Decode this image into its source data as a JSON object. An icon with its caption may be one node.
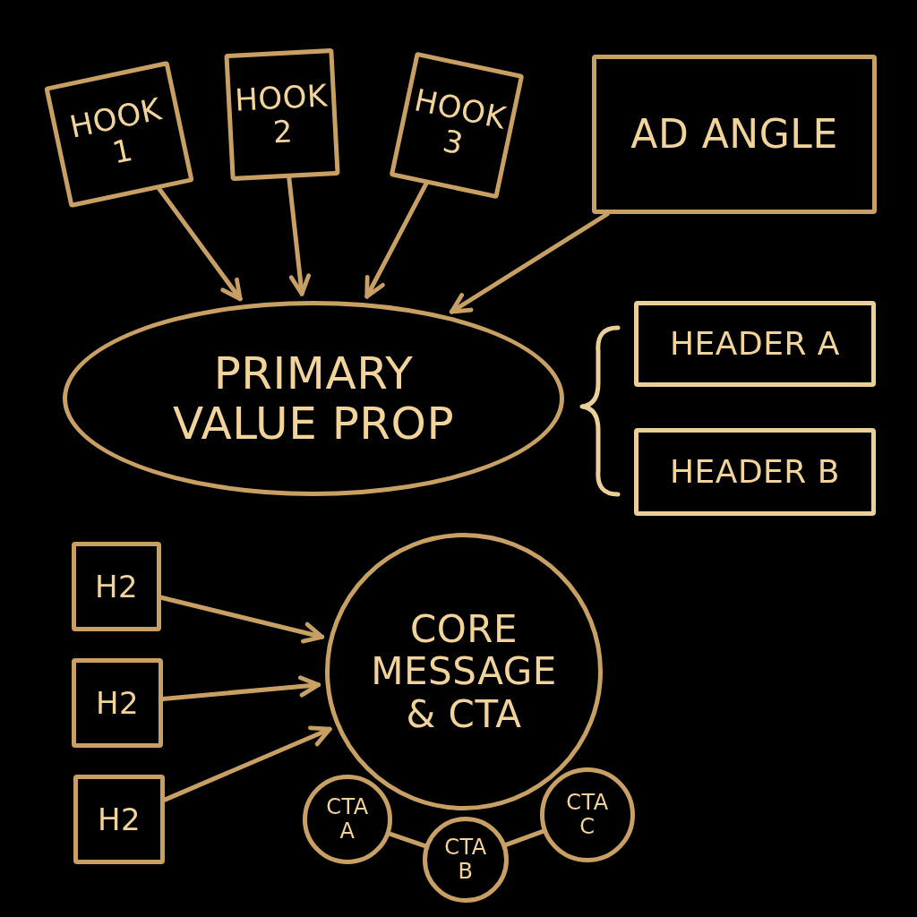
{
  "diagram": {
    "nodes": [
      {
        "text": [
          "HOOK 1"
        ]
      },
      {
        "text": [
          "HOOK 2"
        ]
      },
      {
        "text": [
          "HOOK 3"
        ]
      },
      {
        "text": [
          "AD ANGLE"
        ]
      },
      {
        "text": [
          "PRIMARY VALUE PROP"
        ]
      },
      {
        "text": [
          "HEADER A"
        ]
      },
      {
        "text": [
          "HEADER B"
        ]
      },
      {
        "text": [
          "H2"
        ]
      },
      {
        "text": [
          "H2"
        ]
      },
      {
        "text": [
          "H2"
        ]
      },
      {
        "text": [
          "CORE MESSAGE & CTA"
        ]
      },
      {
        "text": [
          "CTA A"
        ]
      },
      {
        "text": [
          "CTA B"
        ]
      },
      {
        "text": [
          "CTA C"
        ]
      }
    ],
    "edges": [
      {
        "from": 0,
        "to": 4,
        "arrow": "to"
      },
      {
        "from": 1,
        "to": 4,
        "arrow": "to"
      },
      {
        "from": 2,
        "to": 4,
        "arrow": "to"
      },
      {
        "from": 3,
        "to": 4,
        "arrow": "to"
      },
      {
        "from": 7,
        "to": 10,
        "arrow": "to"
      },
      {
        "from": 8,
        "to": 10,
        "arrow": "to"
      },
      {
        "from": 9,
        "to": 10,
        "arrow": "to"
      },
      {
        "from": 11,
        "to": 12,
        "arrow": "none"
      },
      {
        "from": 12,
        "to": 13,
        "arrow": "none"
      }
    ]
  }
}
